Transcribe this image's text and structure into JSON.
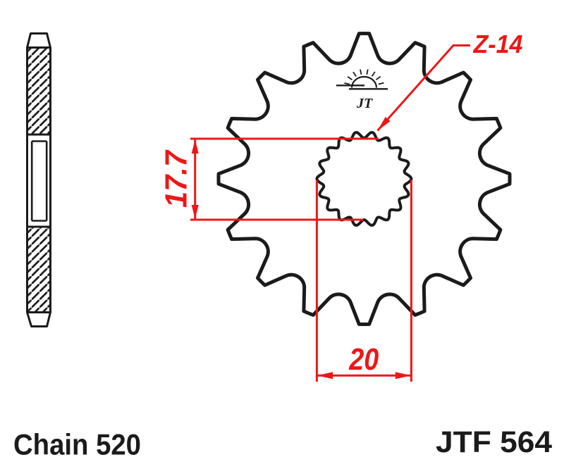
{
  "labels": {
    "chain": "Chain 520",
    "part_number": "JTF 564"
  },
  "dimensions": {
    "bore_spline_minor": "17.7",
    "bore_spline_major": "20",
    "teeth_count_callout": "Z-14"
  },
  "logo": {
    "text": "JT"
  },
  "geometry": {
    "gear_teeth": 16,
    "bore_spline_count": 18
  },
  "colors": {
    "ink": "#1b1b1b",
    "dimension": "#ed1717",
    "background": "#ffffff"
  }
}
